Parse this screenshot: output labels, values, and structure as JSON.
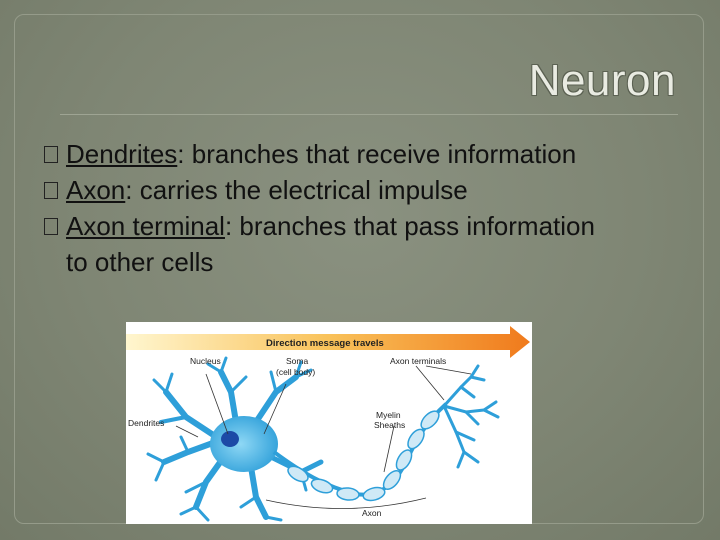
{
  "slide": {
    "title": "Neuron",
    "bullets": [
      {
        "term": "Dendrites",
        "text": ": branches that receive information"
      },
      {
        "term": "Axon",
        "text": ": carries the electrical impulse"
      },
      {
        "term": "Axon terminal",
        "text": ": branches that pass information to other cells"
      }
    ]
  },
  "diagram": {
    "direction_label": "Direction message travels",
    "labels": {
      "nucleus": "Nucleus",
      "soma": "Soma",
      "soma_sub": "(cell body)",
      "axon_terminals": "Axon terminals",
      "dendrites": "Dendrites",
      "myelin": "Myelin",
      "myelin_sub": "Sheaths",
      "axon": "Axon"
    },
    "colors": {
      "neuron": "#2e9fd9",
      "neuron_light": "#7fd0f2",
      "nucleus": "#1c4aa6",
      "myelin": "#cfe9f6",
      "arrow_start": "#fff4c4",
      "arrow_end": "#f07a1c"
    }
  }
}
